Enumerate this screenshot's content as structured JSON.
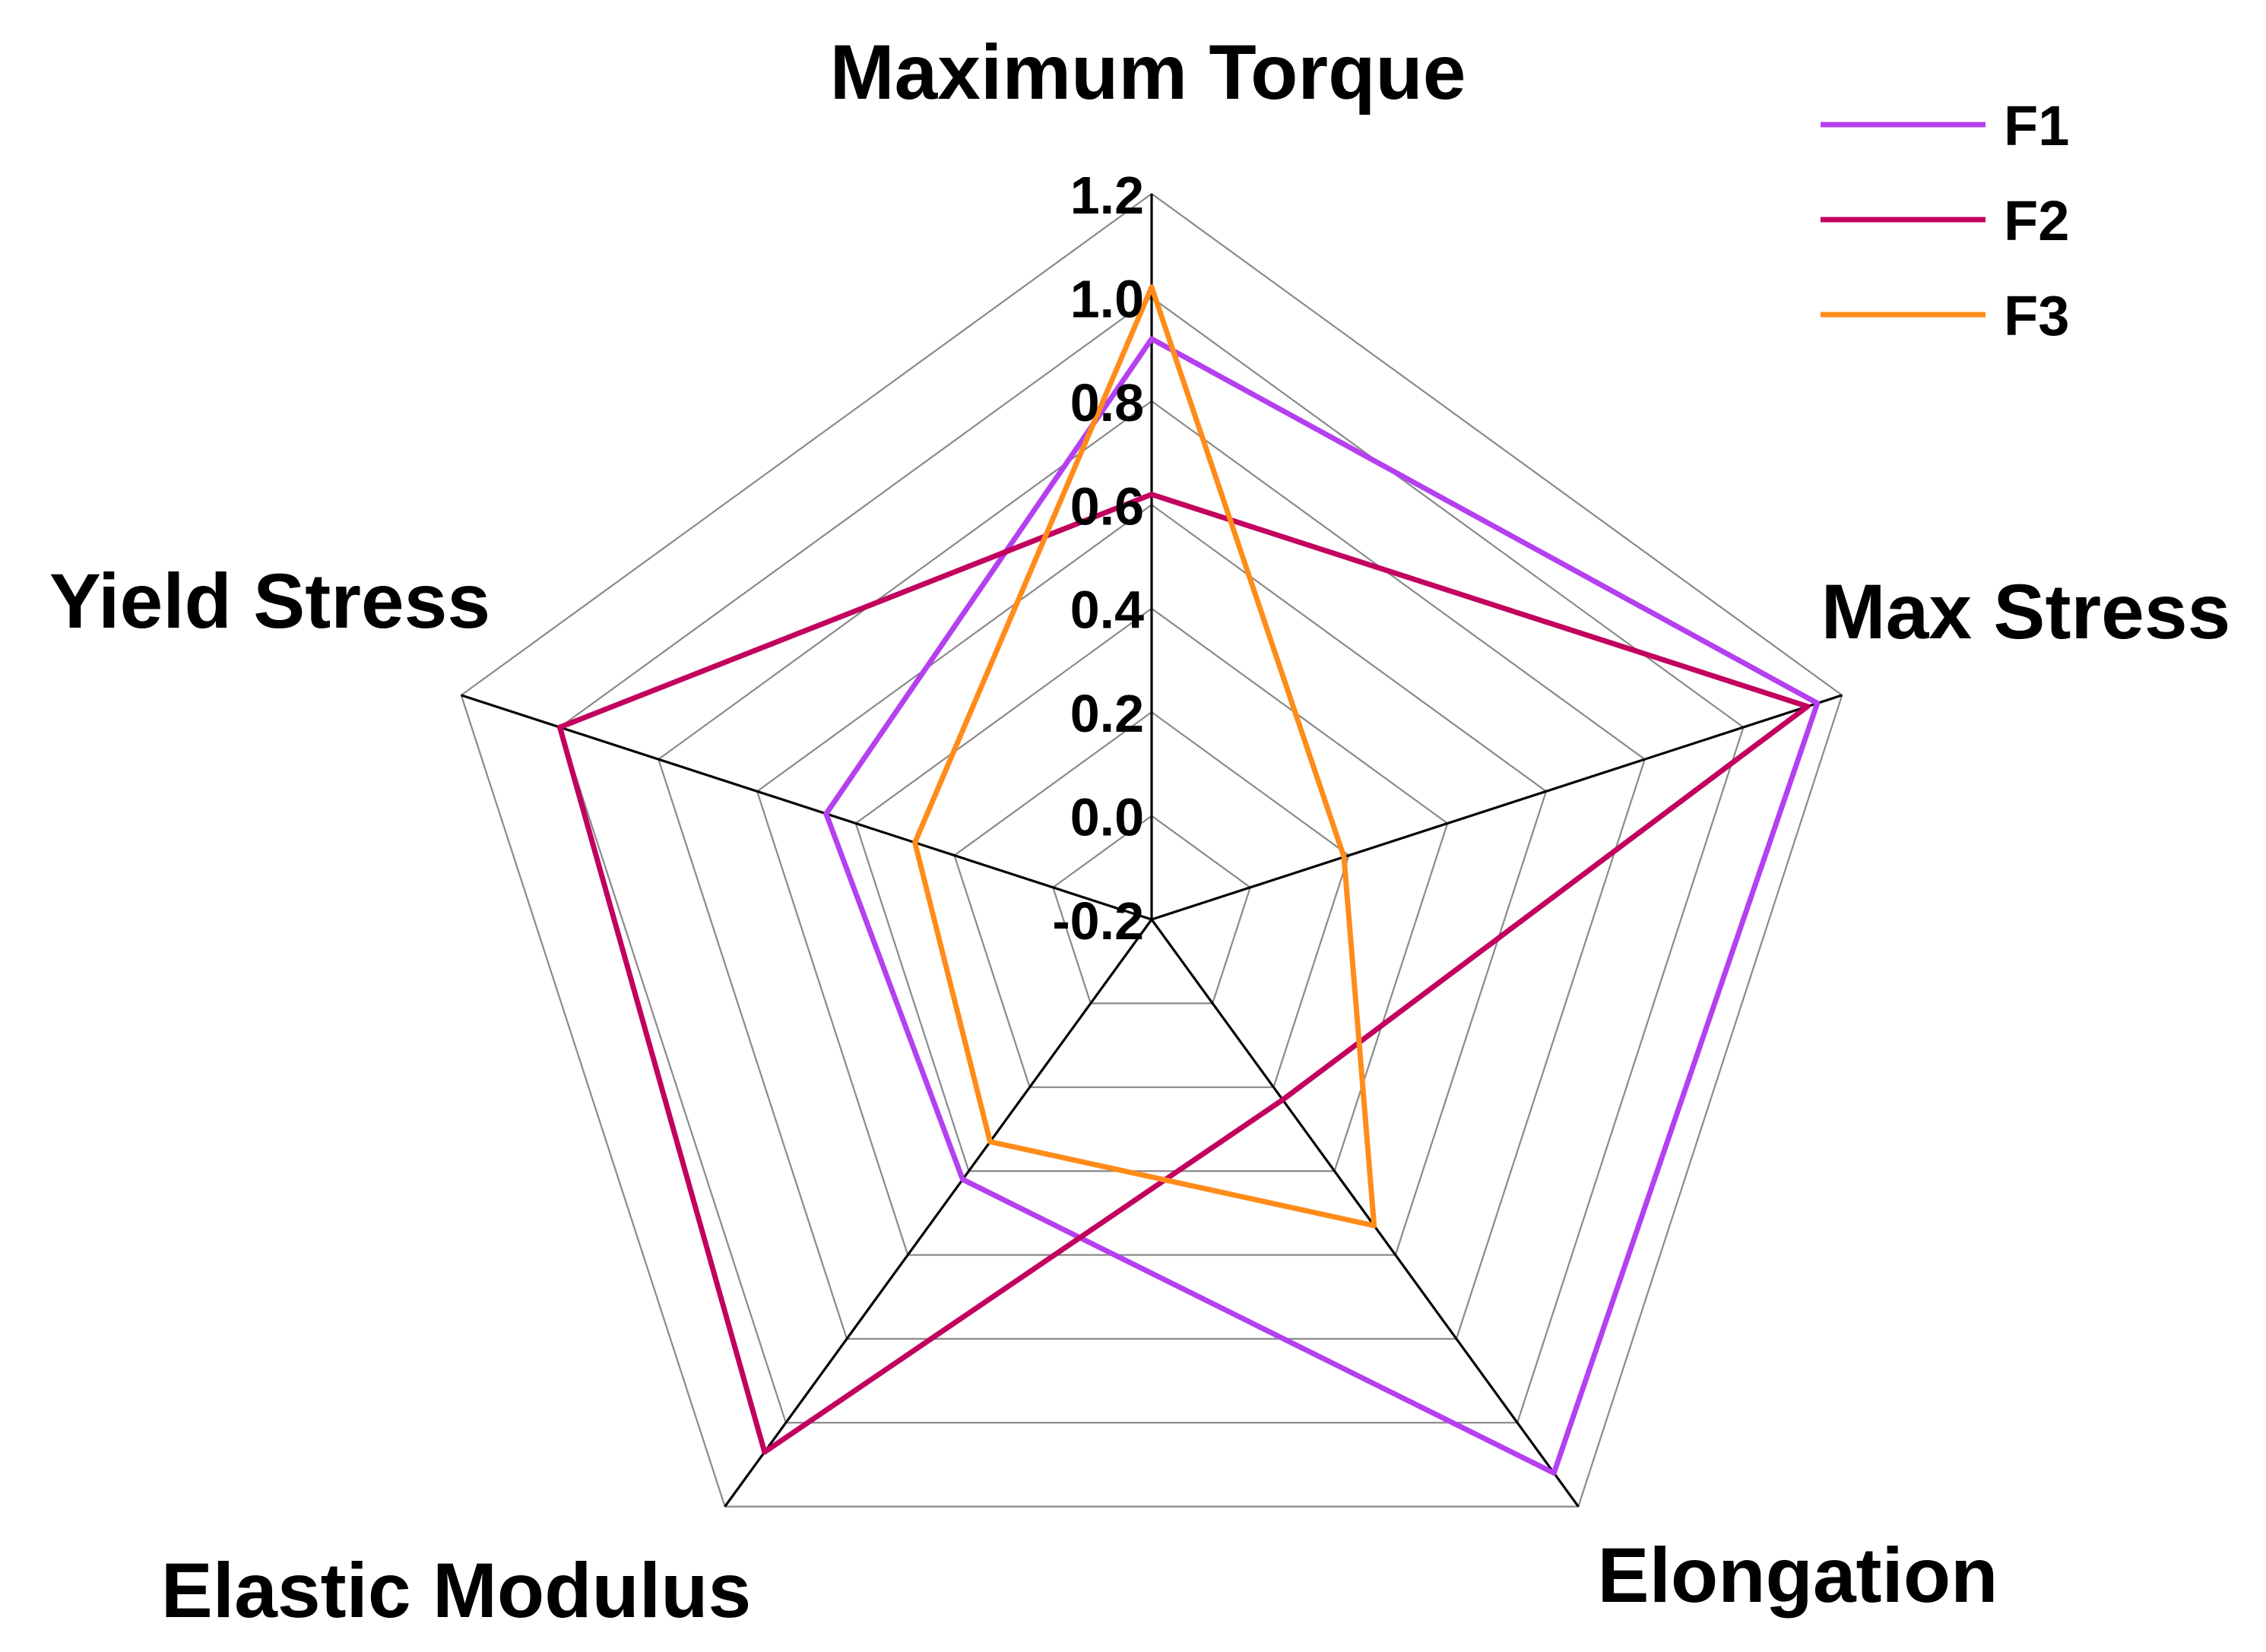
{
  "chart_data": {
    "type": "radar",
    "title": "",
    "axes": [
      "Maximum Torque",
      "Max Stress",
      "Elongation",
      "Elastic Modulus",
      "Yield Stress"
    ],
    "range": [
      -0.2,
      1.2
    ],
    "ticks": [
      -0.2,
      0.0,
      0.2,
      0.4,
      0.6,
      0.8,
      1.0,
      1.2
    ],
    "tick_labels": [
      "-0.2",
      "0.0",
      "0.2",
      "0.4",
      "0.6",
      "0.8",
      "1.0",
      "1.2"
    ],
    "grid": true,
    "legend_position": "top-right",
    "series": [
      {
        "name": "F1",
        "color": "#b440f0",
        "values": [
          0.92,
          1.15,
          1.12,
          0.42,
          0.46
        ]
      },
      {
        "name": "F2",
        "color": "#c2005e",
        "values": [
          0.62,
          1.13,
          0.23,
          1.07,
          1.0
        ]
      },
      {
        "name": "F3",
        "color": "#ff8c1a",
        "values": [
          1.02,
          0.19,
          0.53,
          0.33,
          0.28
        ]
      }
    ]
  }
}
